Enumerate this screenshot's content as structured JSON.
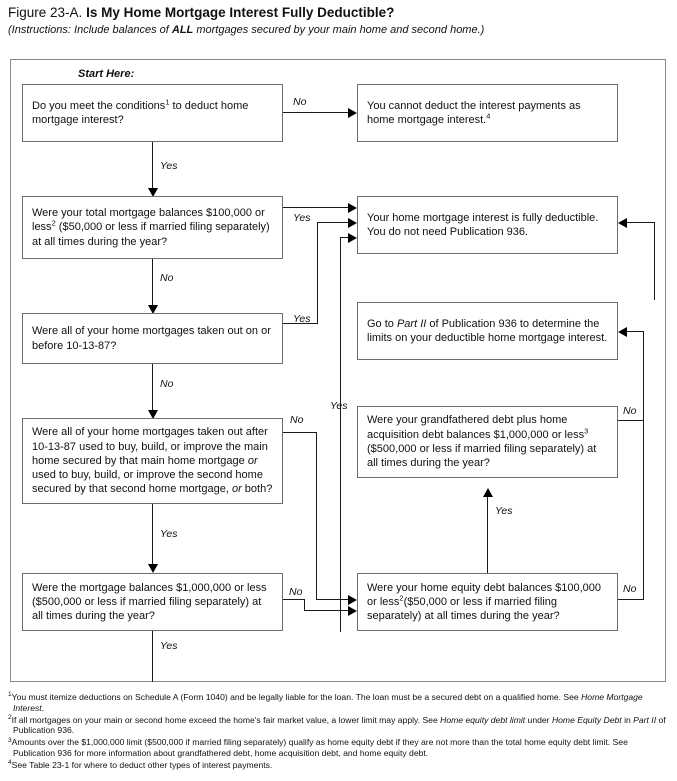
{
  "header": {
    "figure_label": "Figure 23-A.",
    "title": "Is My Home Mortgage Interest Fully Deductible?",
    "instructions_pre": "(Instructions: Include balances of ",
    "instructions_bold": "ALL",
    "instructions_post": " mortgages secured by your main home and second home.)"
  },
  "flow": {
    "start_here": "Start Here:",
    "boxes": {
      "q1": "Do you meet the conditions¹ to deduct home mortgage interest?",
      "q1_text": "Do you meet the conditions",
      "q1_sup": "1",
      "q1_text2": " to deduct home mortgage interest?",
      "r1_text": "You cannot deduct the interest payments as home mortgage interest.",
      "r1_sup": "4",
      "q2_l1a": "Were your total mortgage balances $100,000 or less",
      "q2_sup": "2",
      "q2_l2": "($50,000 or less if married filing separately) at all times during the year?",
      "r2": "Your home mortgage interest is fully deductible. You do not need Publication 936.",
      "q3": "Were all of your home mortgages taken out on or before 10-13-87?",
      "r3_pre": "Go to ",
      "r3_em": "Part II",
      "r3_post": " of Publication 936 to determine the limits on your deductible home mortgage interest.",
      "q4_a": "Were all of your home mortgages taken out after 10-13-87 used to buy, build, or improve the main home secured by that main home mortgage ",
      "q4_em1": "or",
      "q4_b": " used to buy, build, or improve the second home secured by that second home mortgage, ",
      "q4_em2": "or",
      "q4_c": " both?",
      "q5_l1": "Were your grandfathered debt plus home acquisition debt balances $1,000,000 or less",
      "q5_sup": "3",
      "q5_l2": "($500,000 or less if married filing separately) at all times during the year?",
      "q6": "Were the mortgage balances $1,000,000 or less ($500,000 or less if married filing separately) at all times during the year?",
      "q7_a": "Were your home equity debt balances $100,000 or less",
      "q7_sup": "2",
      "q7_b": "($50,000 or less if married filing separately) at all times during the year?"
    },
    "labels": {
      "q1_no": "No",
      "q1_yes": "Yes",
      "q2_yes": "Yes",
      "q2_no": "No",
      "q3_yes": "Yes",
      "q3_no": "No",
      "q4_no": "No",
      "q4_yes": "Yes",
      "q5_no": "No",
      "q5_yes": "Yes",
      "q6_no": "No",
      "q6_yes": "Yes",
      "q7_no": "No"
    }
  },
  "footnotes": [
    {
      "num": "1",
      "parts": [
        {
          "t": "You must itemize deductions on Schedule A (Form 1040) and be legally liable for the loan. The loan must be a secured debt on a qualified home. See ",
          "i": false
        },
        {
          "t": "Home Mortgage Interest",
          "i": true
        },
        {
          "t": ".",
          "i": false
        }
      ]
    },
    {
      "num": "2",
      "parts": [
        {
          "t": "If all mortgages on your main or second home exceed the home's fair market value, a lower limit may apply. See ",
          "i": false
        },
        {
          "t": "Home equity debt limit",
          "i": true
        },
        {
          "t": " under ",
          "i": false
        },
        {
          "t": "Home Equity Debt",
          "i": true
        },
        {
          "t": " in ",
          "i": false
        },
        {
          "t": "Part II",
          "i": true
        },
        {
          "t": " of Publication 936.",
          "i": false
        }
      ]
    },
    {
      "num": "3",
      "parts": [
        {
          "t": "Amounts over the $1,000,000 limit ($500,000 if married filing separately) qualify as home equity debt if they are not more than the total home equity debt limit. See Publication 936 for more information about grandfathered debt, home acquisition debt, and home equity debt.",
          "i": false
        }
      ]
    },
    {
      "num": "4",
      "parts": [
        {
          "t": "See Table 23-1 for where to deduct other types of interest payments.",
          "i": false
        }
      ]
    }
  ],
  "colors": {
    "ink": "#111111",
    "frame_border": "#8a8a8a",
    "box_border": "#6e6e6e",
    "line": "#1a1a1a",
    "background": "#ffffff"
  }
}
